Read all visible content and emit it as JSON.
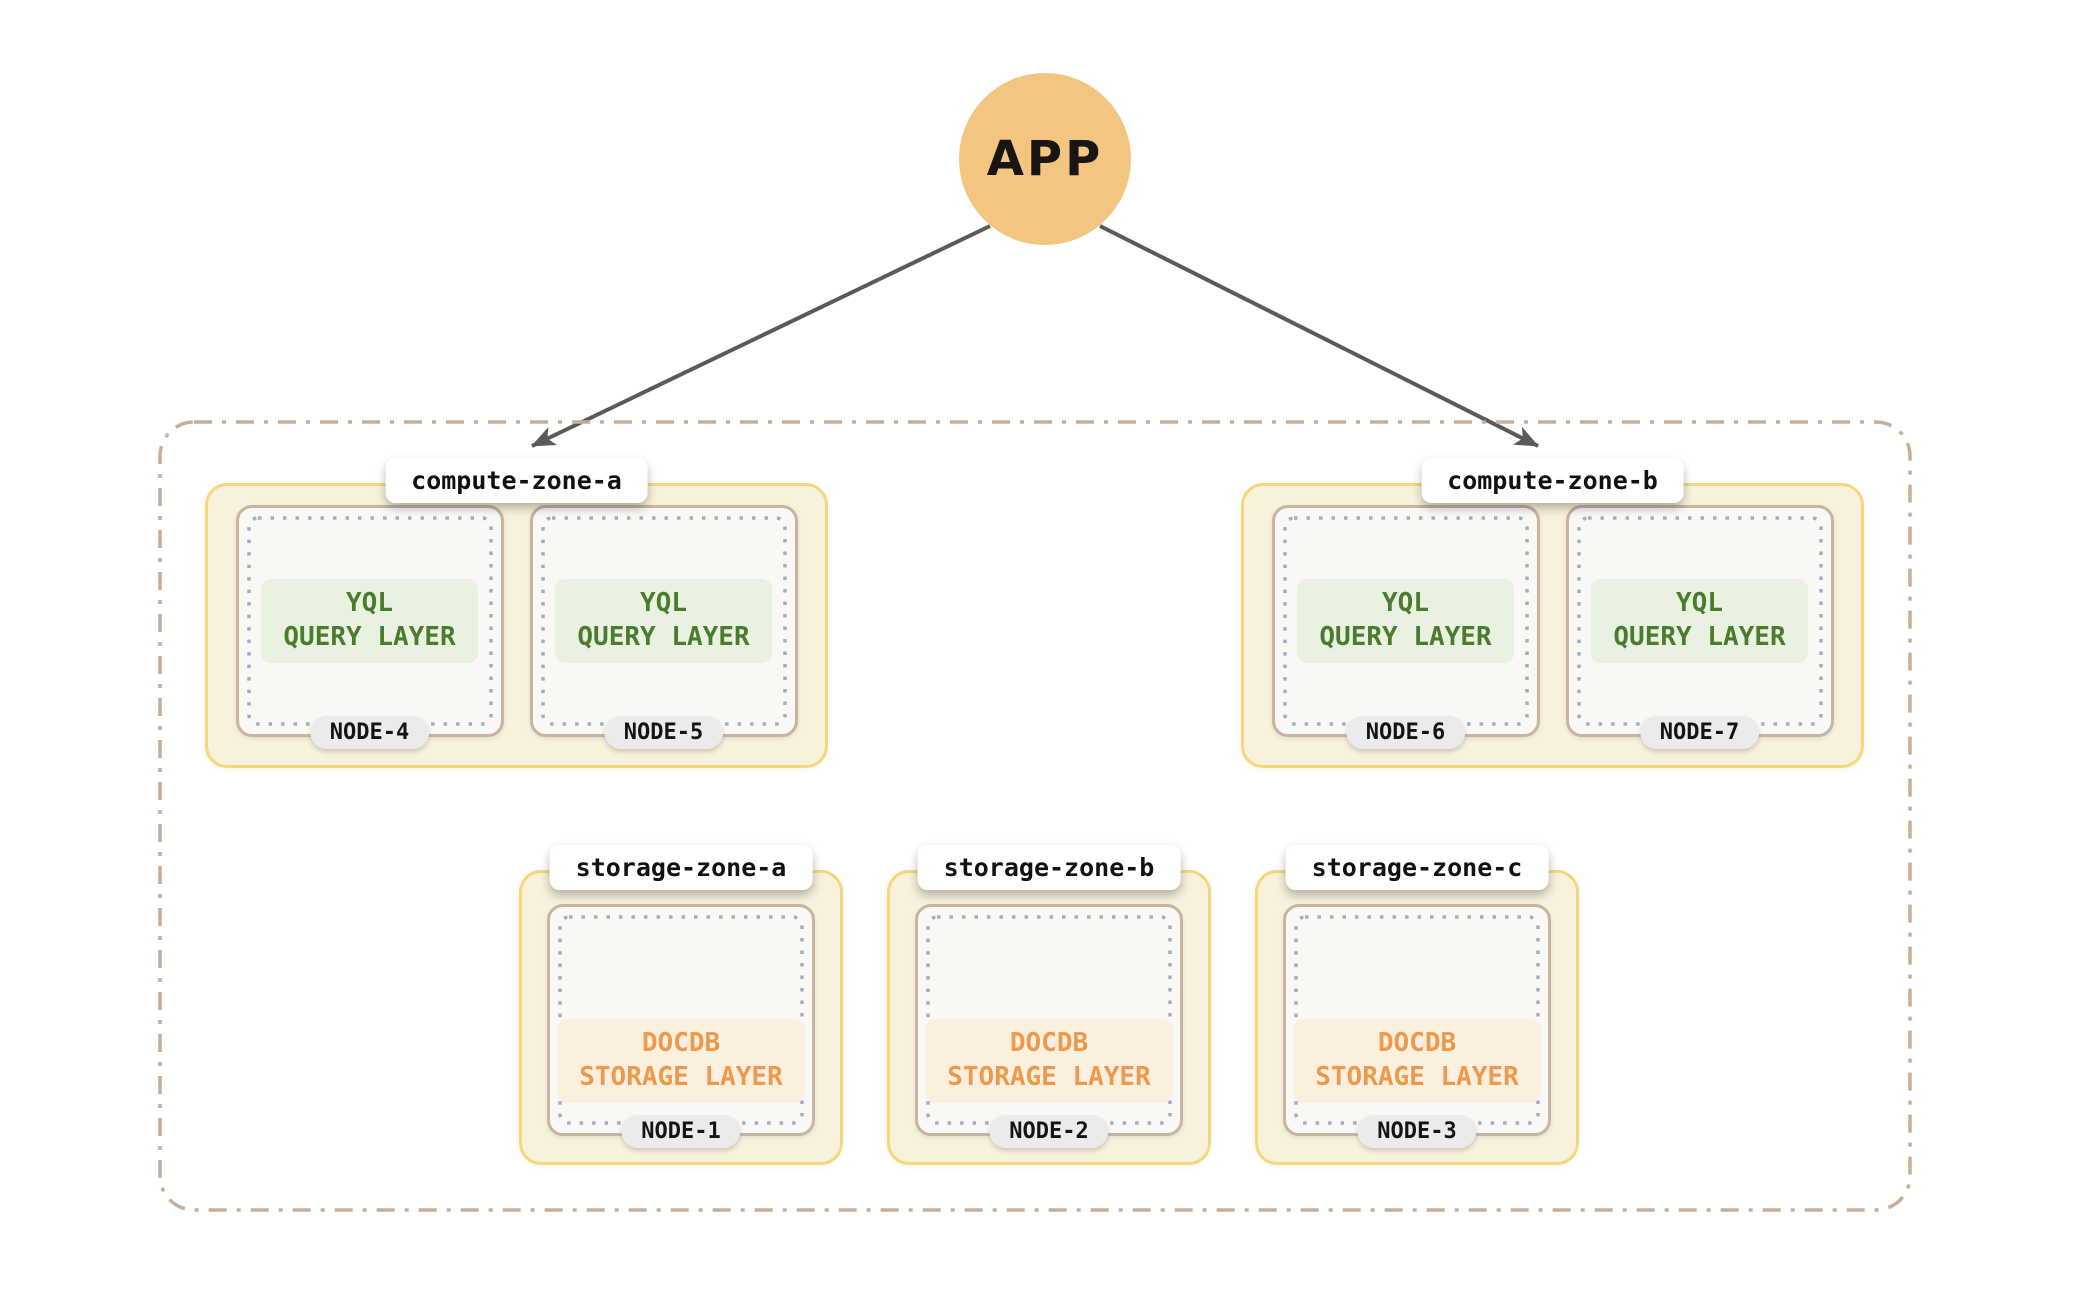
{
  "app": {
    "label": "APP"
  },
  "connections": [
    {
      "from": "APP",
      "to": "compute-zone-a"
    },
    {
      "from": "APP",
      "to": "compute-zone-b"
    }
  ],
  "cluster": {
    "compute_zones": [
      {
        "name": "compute-zone-a",
        "nodes": [
          {
            "name": "NODE-4",
            "layer": [
              "YQL",
              "QUERY LAYER"
            ]
          },
          {
            "name": "NODE-5",
            "layer": [
              "YQL",
              "QUERY LAYER"
            ]
          }
        ]
      },
      {
        "name": "compute-zone-b",
        "nodes": [
          {
            "name": "NODE-6",
            "layer": [
              "YQL",
              "QUERY LAYER"
            ]
          },
          {
            "name": "NODE-7",
            "layer": [
              "YQL",
              "QUERY LAYER"
            ]
          }
        ]
      }
    ],
    "storage_zones": [
      {
        "name": "storage-zone-a",
        "nodes": [
          {
            "name": "NODE-1",
            "layer": [
              "DOCDB",
              "STORAGE LAYER"
            ]
          }
        ]
      },
      {
        "name": "storage-zone-b",
        "nodes": [
          {
            "name": "NODE-2",
            "layer": [
              "DOCDB",
              "STORAGE LAYER"
            ]
          }
        ]
      },
      {
        "name": "storage-zone-c",
        "nodes": [
          {
            "name": "NODE-3",
            "layer": [
              "DOCDB",
              "STORAGE LAYER"
            ]
          }
        ]
      }
    ]
  },
  "colors": {
    "app_fill": "#F2C581",
    "arrow": "#5A5A5A",
    "cluster_border": "#C9AE9A",
    "zone_fill": "#F8F1DC",
    "zone_border": "#F5D87E",
    "node_fill": "#FAF8F5",
    "node_border": "#C9B4A4",
    "node_dotted": "#9FAEC0",
    "query_layer_text": "#4A7C2E",
    "query_layer_bg": "#E9F1E1",
    "storage_layer_text": "#ED9A4C",
    "storage_layer_bg": "#FBEFE0",
    "node_badge_bg": "#EBEBEB",
    "zone_label_bg": "#FFFFFF"
  }
}
